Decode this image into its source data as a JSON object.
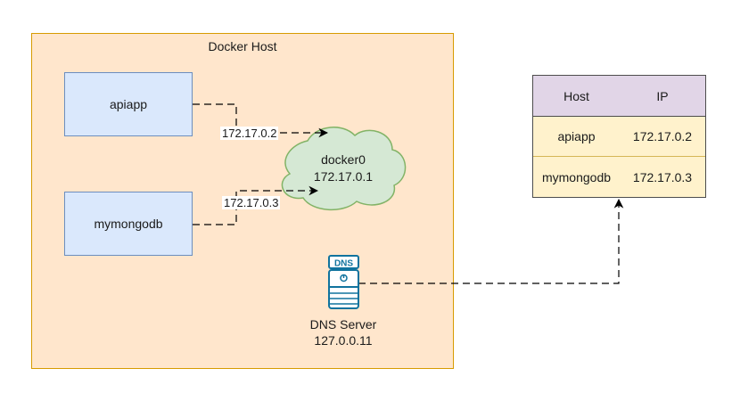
{
  "diagram": {
    "host_title": "Docker Host",
    "containers": [
      {
        "name": "apiapp",
        "ip": "172.17.0.2"
      },
      {
        "name": "mymongodb",
        "ip": "172.17.0.3"
      }
    ],
    "bridge": {
      "name": "docker0",
      "ip": "172.17.0.1"
    },
    "dns": {
      "icon_label": "DNS",
      "name": "DNS Server",
      "ip": "127.0.0.11"
    },
    "table": {
      "headers": [
        "Host",
        "IP"
      ],
      "rows": [
        [
          "apiapp",
          "172.17.0.2"
        ],
        [
          "mymongodb",
          "172.17.0.3"
        ]
      ]
    }
  },
  "colors": {
    "host_fill": "#ffe6cc",
    "host_stroke": "#d79b00",
    "node_fill": "#dae8fc",
    "node_stroke": "#6c8ebf",
    "cloud_fill": "#d5e8d4",
    "cloud_stroke": "#82b366",
    "table_header": "#e1d5e7",
    "table_row": "#fff2cc",
    "dns_icon": "#10739e"
  }
}
